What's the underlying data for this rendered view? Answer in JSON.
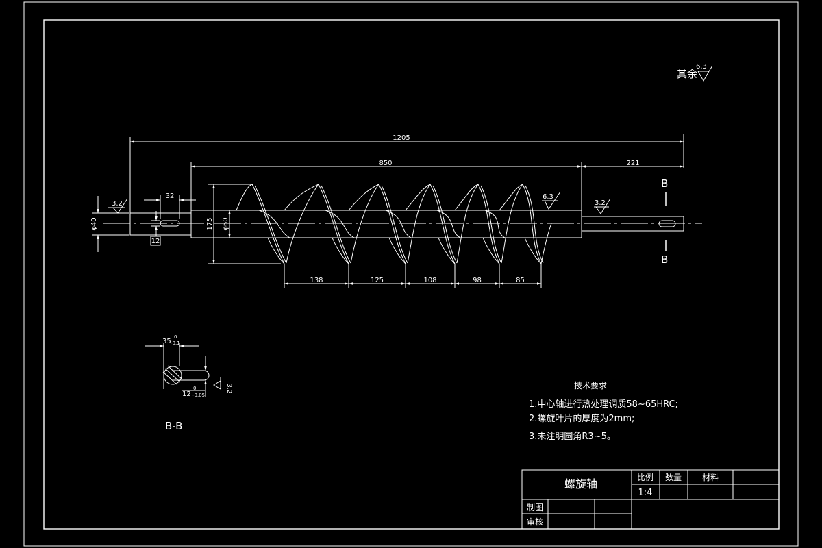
{
  "roughness": {
    "other_label": "其余",
    "other_value": "6.3",
    "flight_value": "6.3",
    "left_shaft_value": "3.2",
    "right_shaft_value": "3.2",
    "section_value": "3.2"
  },
  "dimensions": {
    "overall_length": "1205",
    "spiral_length": "850",
    "right_shaft_length": "221",
    "keyway_length": "32",
    "keyway_width": "12",
    "shaft_diameter": "φ40",
    "flight_diameter": "175",
    "core_diameter": "φ60",
    "pitches": [
      "138",
      "125",
      "108",
      "98",
      "85"
    ]
  },
  "section": {
    "mark_top": "B",
    "mark_bottom": "B",
    "label": "B-B",
    "depth_dim": "35",
    "depth_tol": "0",
    "depth_tol_lower": "-0.1",
    "width_dim": "12",
    "width_tol": "0",
    "width_tol_lower": "-0.05"
  },
  "tech_req": {
    "title": "技术要求",
    "items": [
      "1.中心轴进行热处理调质58~65HRC;",
      "2.螺旋叶片的厚度为2mm;",
      "3.未注明圆角R3~5。"
    ]
  },
  "title_block": {
    "part_name": "螺旋轴",
    "scale_label": "比例",
    "scale_value": "1:4",
    "qty_label": "数量",
    "material_label": "材料",
    "drawn_label": "制图",
    "checked_label": "审核"
  }
}
